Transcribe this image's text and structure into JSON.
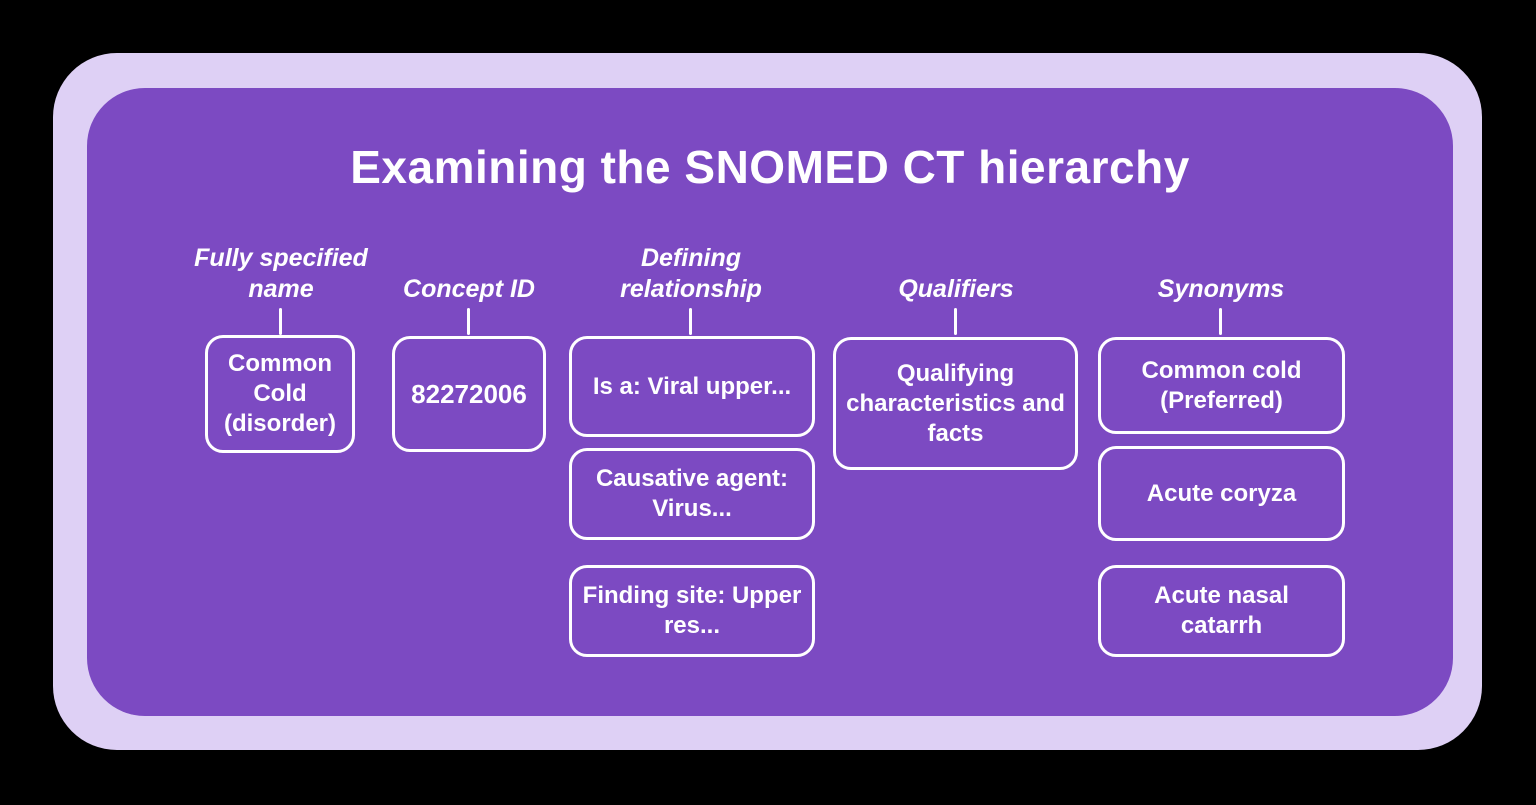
{
  "title": "Examining the SNOMED CT hierarchy",
  "colors": {
    "bg": "#000000",
    "frame": "#ded0f5",
    "panel": "#7c4ac2",
    "text": "#ffffff",
    "box_border": "#ffffff"
  },
  "columns": [
    {
      "label": "Fully specified name",
      "boxes": [
        "Common Cold (disorder)"
      ]
    },
    {
      "label": "Concept ID",
      "boxes": [
        "82272006"
      ]
    },
    {
      "label": "Defining relationship",
      "boxes": [
        "Is a: Viral upper...",
        "Causative agent: Virus...",
        "Finding site: Upper res..."
      ]
    },
    {
      "label": "Qualifiers",
      "boxes": [
        "Qualifying characteristics and facts"
      ]
    },
    {
      "label": "Synonyms",
      "boxes": [
        "Common cold (Preferred)",
        "Acute coryza",
        "Acute nasal catarrh"
      ]
    }
  ]
}
